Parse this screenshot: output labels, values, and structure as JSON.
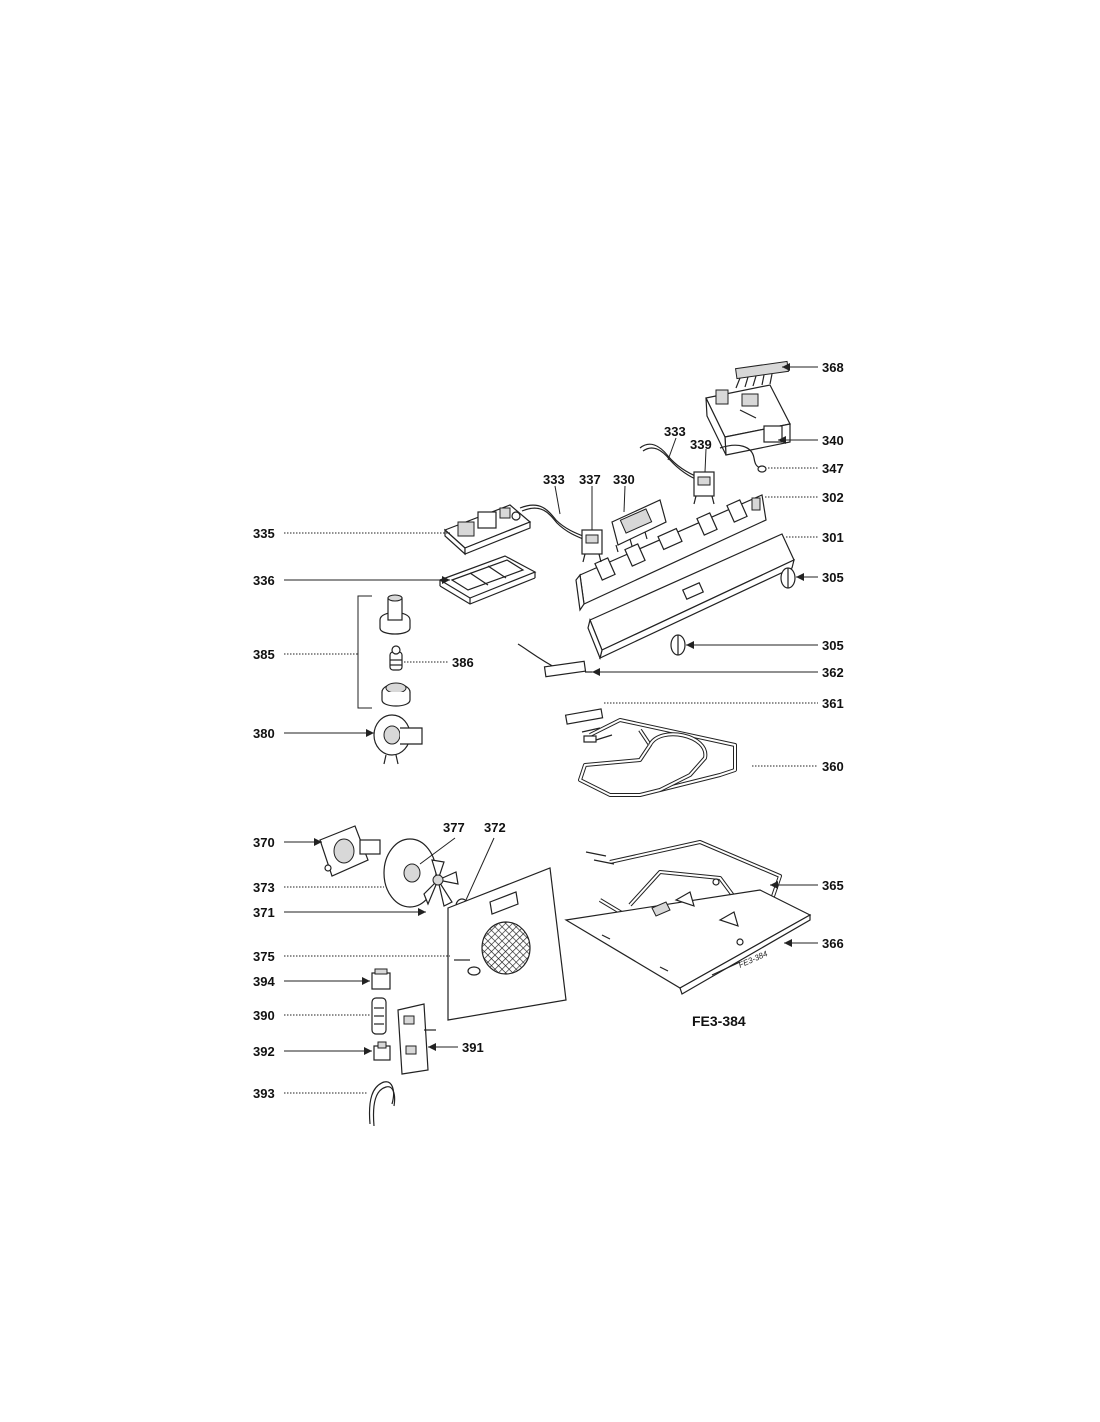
{
  "callouts": {
    "c368": "368",
    "c340": "340",
    "c347": "347",
    "c333a": "333",
    "c339": "339",
    "c302": "302",
    "c333b": "333",
    "c337": "337",
    "c330": "330",
    "c335": "335",
    "c301": "301",
    "c336": "336",
    "c305a": "305",
    "c385": "385",
    "c386": "386",
    "c305b": "305",
    "c362": "362",
    "c361": "361",
    "c380": "380",
    "c360": "360",
    "c377": "377",
    "c372": "372",
    "c370": "370",
    "c365": "365",
    "c373": "373",
    "c371": "371",
    "c366": "366",
    "c375": "375",
    "c394": "394",
    "c390": "390",
    "c392": "392",
    "c391": "391",
    "c393": "393"
  },
  "caption": "FE3-384",
  "embossed_mark": "FE3-384"
}
